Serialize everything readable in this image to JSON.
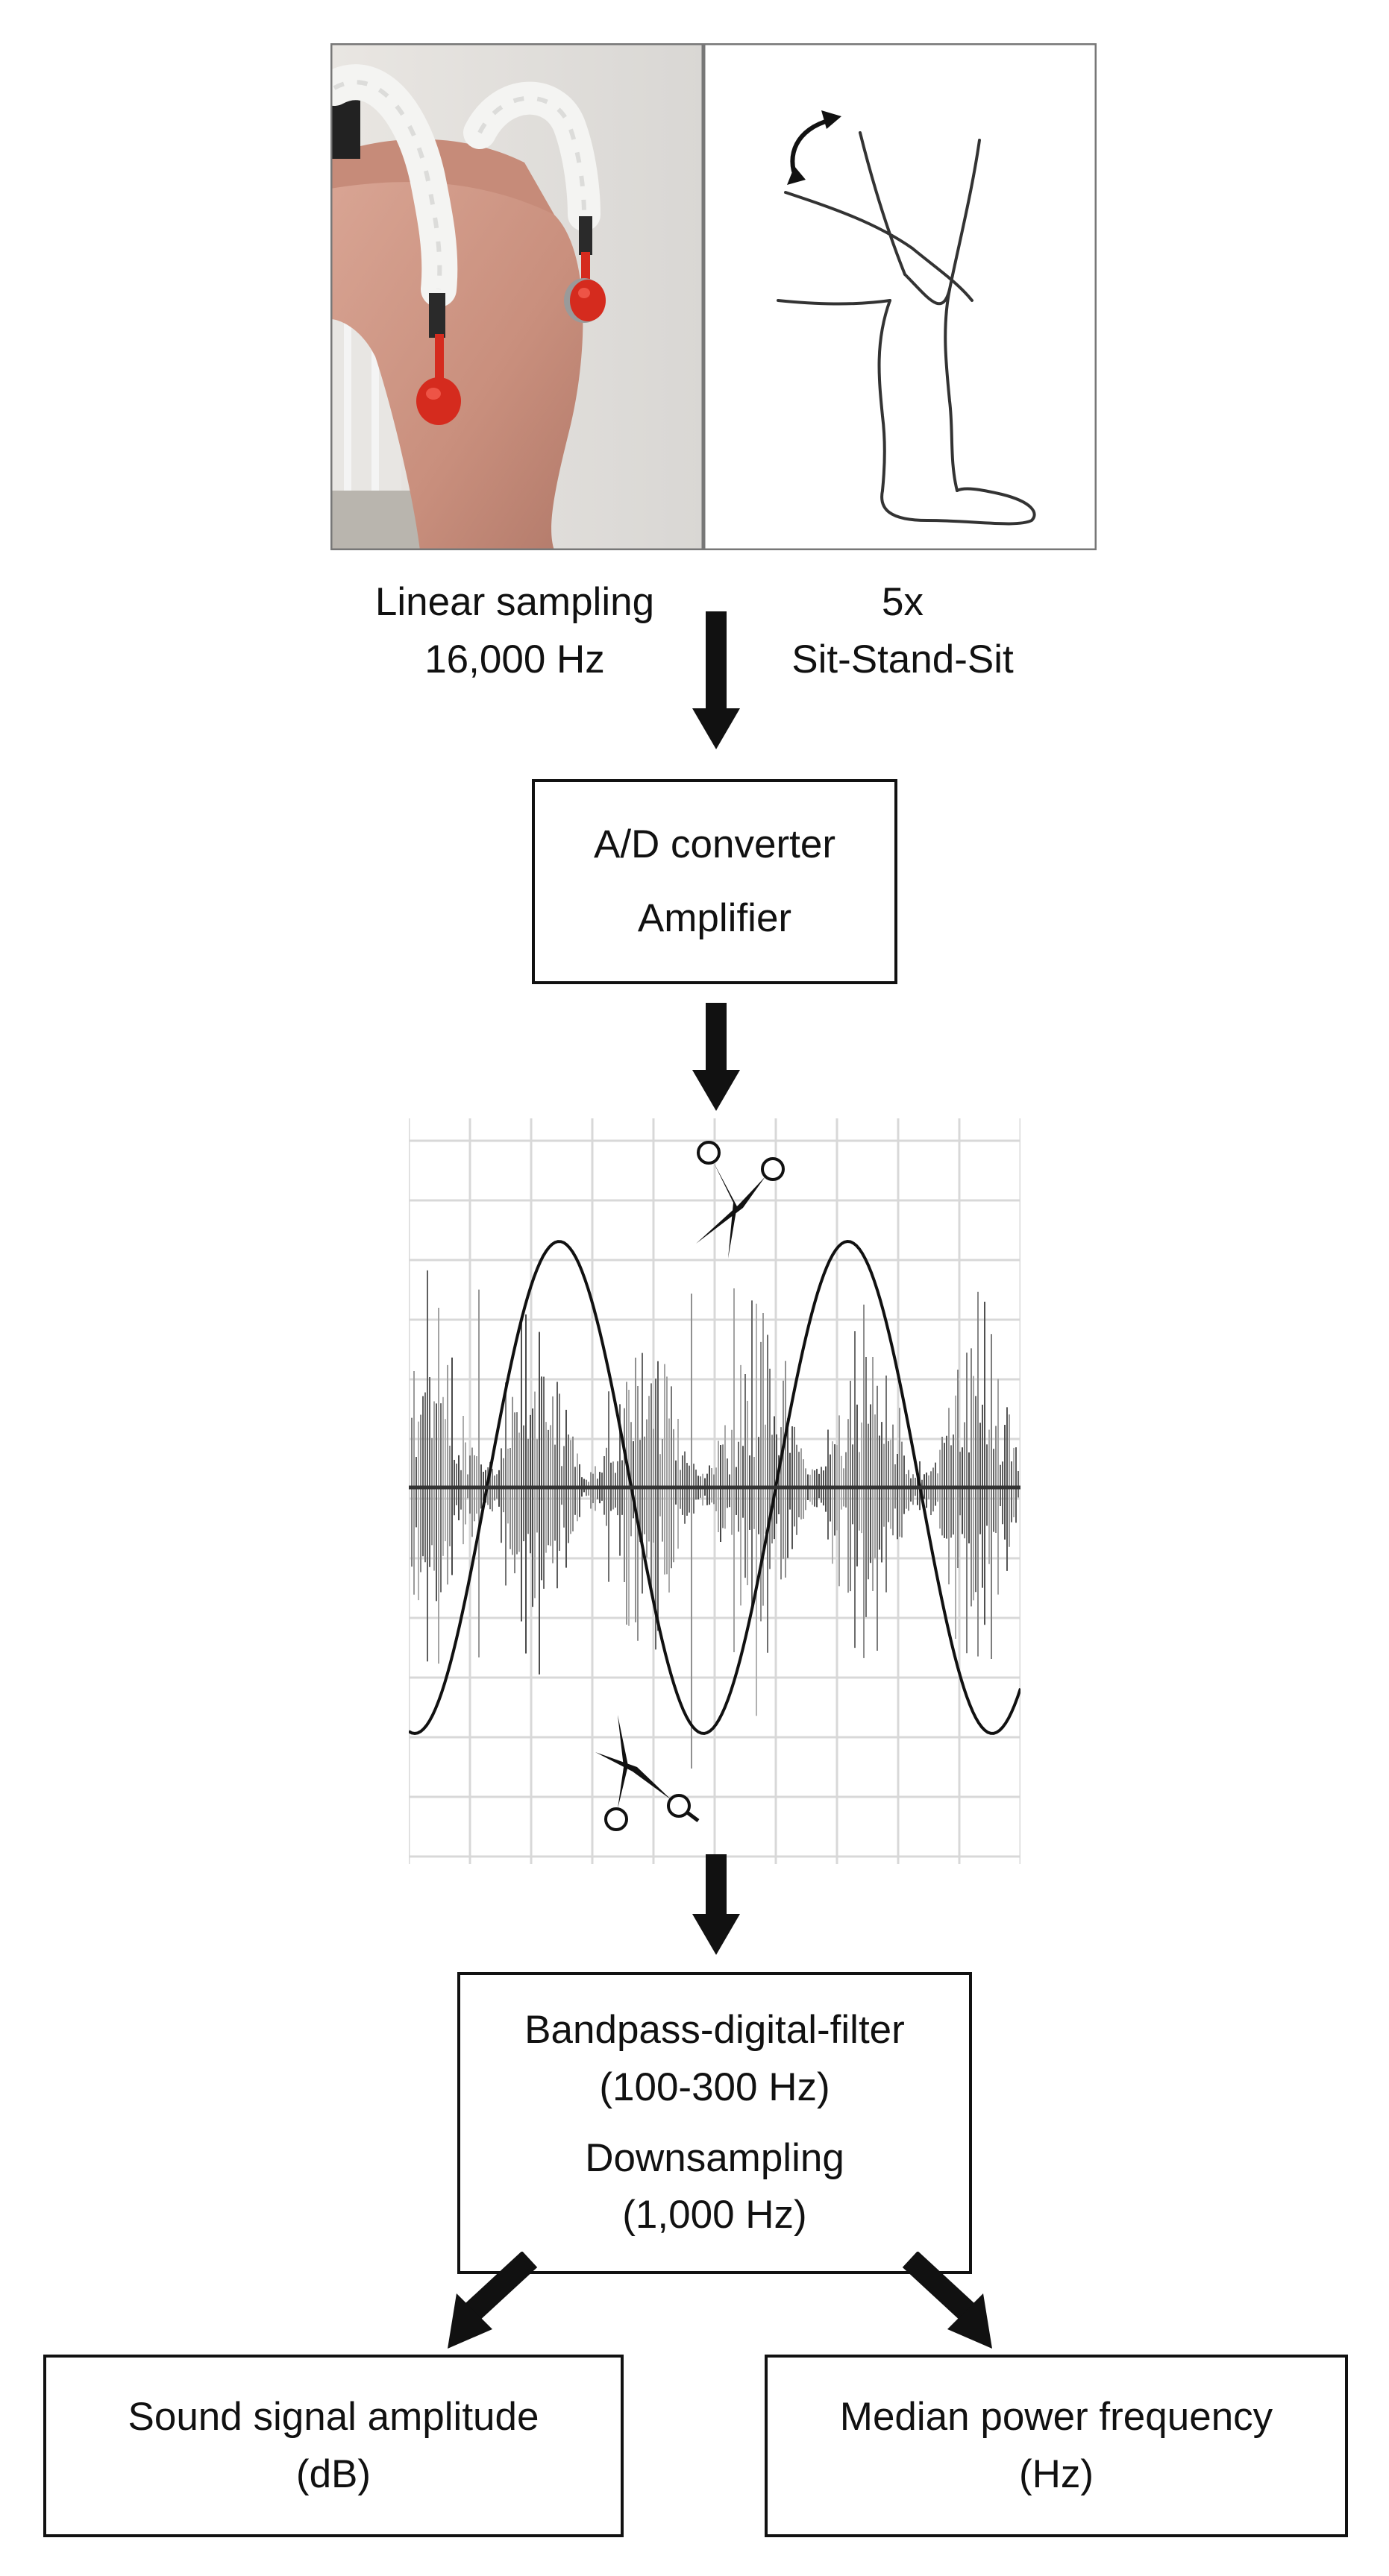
{
  "photo_panel": {
    "icon": "knee-sensor-photo"
  },
  "sketch_panel": {
    "icon": "leg-flexion-sketch"
  },
  "sampling": {
    "line1": "Linear sampling",
    "line2": "16,000 Hz"
  },
  "protocol": {
    "line1": "5x",
    "line2": "Sit-Stand-Sit"
  },
  "converter_box": {
    "line1": "A/D converter",
    "line2": "Amplifier"
  },
  "signal_panel": {
    "icons": [
      "waveform-plot",
      "scissors-icon"
    ]
  },
  "filter_box": {
    "line1": "Bandpass-digital-filter",
    "line2": "(100-300 Hz)",
    "line3": "Downsampling",
    "line4": "(1,000 Hz)"
  },
  "output_left": {
    "line1": "Sound signal amplitude",
    "line2": "(dB)"
  },
  "output_right": {
    "line1": "Median power frequency",
    "line2": "(Hz)"
  },
  "colors": {
    "electrode": "#d52b1e",
    "arrow": "#111111",
    "grid": "#d8d8d8"
  }
}
